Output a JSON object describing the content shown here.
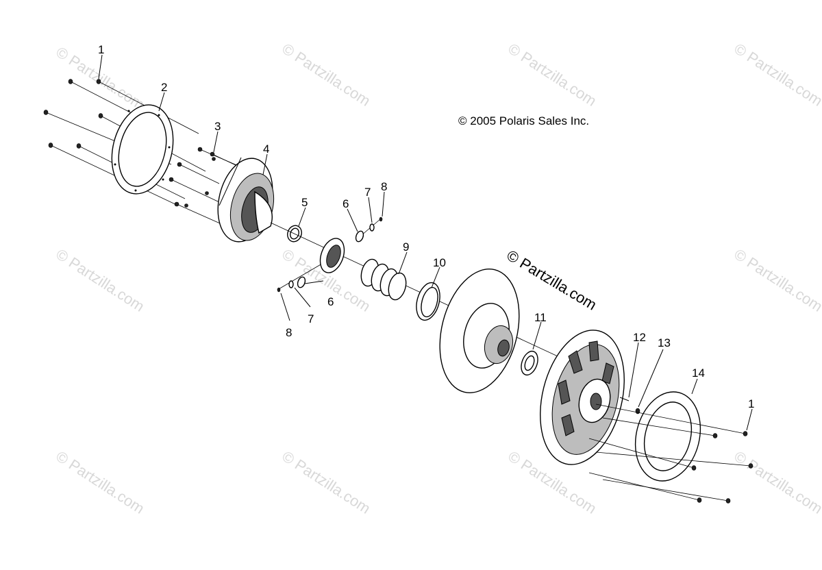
{
  "copyright": "© 2005 Polaris Sales Inc.",
  "brand": "© Partzilla.com",
  "watermark_text": "© Partzilla.com",
  "callouts": [
    "1",
    "2",
    "3",
    "4",
    "5",
    "6",
    "7",
    "8",
    "6",
    "7",
    "8",
    "9",
    "10",
    "11",
    "12",
    "13",
    "14",
    "1"
  ],
  "colors": {
    "ink": "#000000",
    "watermark": "#d8d8d8",
    "background": "#ffffff"
  }
}
